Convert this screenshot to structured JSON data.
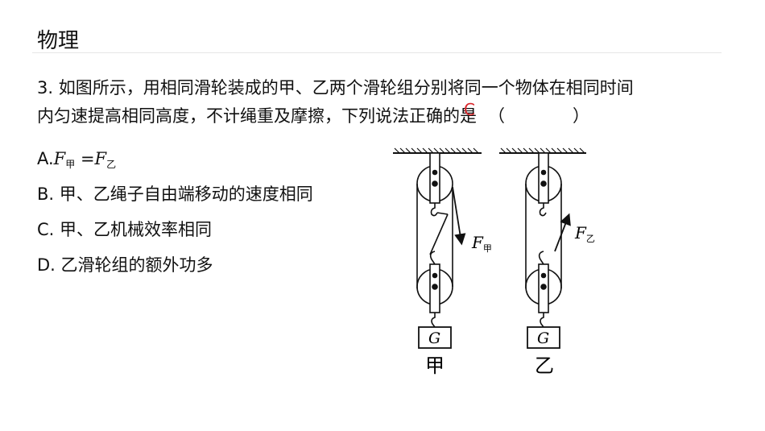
{
  "header": {
    "title": "物理"
  },
  "question": {
    "line1": "3. 如图所示，用相同滑轮装成的甲、乙两个滑轮组分别将同一个物体在相同时间",
    "line2": "内匀速提高相同高度，不计绳重及摩擦，下列说法正确的是",
    "answer": "C",
    "paren": "（　　　　）"
  },
  "options": {
    "a": {
      "prefix": "A.",
      "f1": "F",
      "s1": "甲",
      "eq": " =",
      "f2": "F",
      "s2": "乙"
    },
    "b": "B. 甲、乙绳子自由端移动的速度相同",
    "c": "C. 甲、乙机械效率相同",
    "d": "D. 乙滑轮组的额外功多"
  },
  "diagram": {
    "left": {
      "force": "F",
      "force_sub": "甲",
      "weight": "G",
      "caption": "甲"
    },
    "right": {
      "force": "F",
      "force_sub": "乙",
      "weight": "G",
      "caption": "乙"
    }
  }
}
